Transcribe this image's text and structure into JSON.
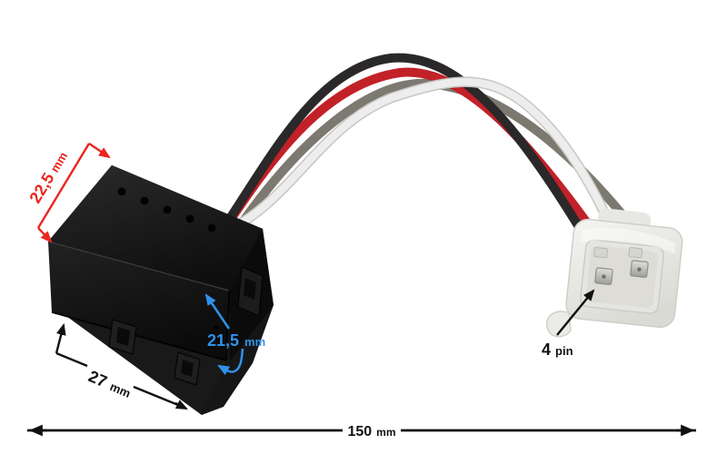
{
  "dimensions": {
    "top_edge": {
      "value": "22,5",
      "unit": "mm",
      "color": "#e8261f"
    },
    "side_height": {
      "value": "21,5",
      "unit": "mm",
      "color": "#2f91eb"
    },
    "bottom_depth": {
      "value": "27",
      "unit": "mm",
      "color": "#111111"
    },
    "total_length": {
      "value": "150",
      "unit": "mm",
      "color": "#111111"
    },
    "connector": {
      "value": "4",
      "unit": "pin",
      "color": "#111111"
    }
  },
  "scene": {
    "background": "#ffffff",
    "module_color": "#161616",
    "module_hole_count": 5,
    "connector_color": "#ececea",
    "connector_pin_count": 4,
    "wire_colors": {
      "black": "#2a2829",
      "red": "#c22128",
      "gray": "#7c7970",
      "white": "#ededed"
    },
    "annotation_arrow_colors": {
      "red": "#e8261f",
      "blue": "#2f91eb",
      "black": "#111111"
    }
  }
}
